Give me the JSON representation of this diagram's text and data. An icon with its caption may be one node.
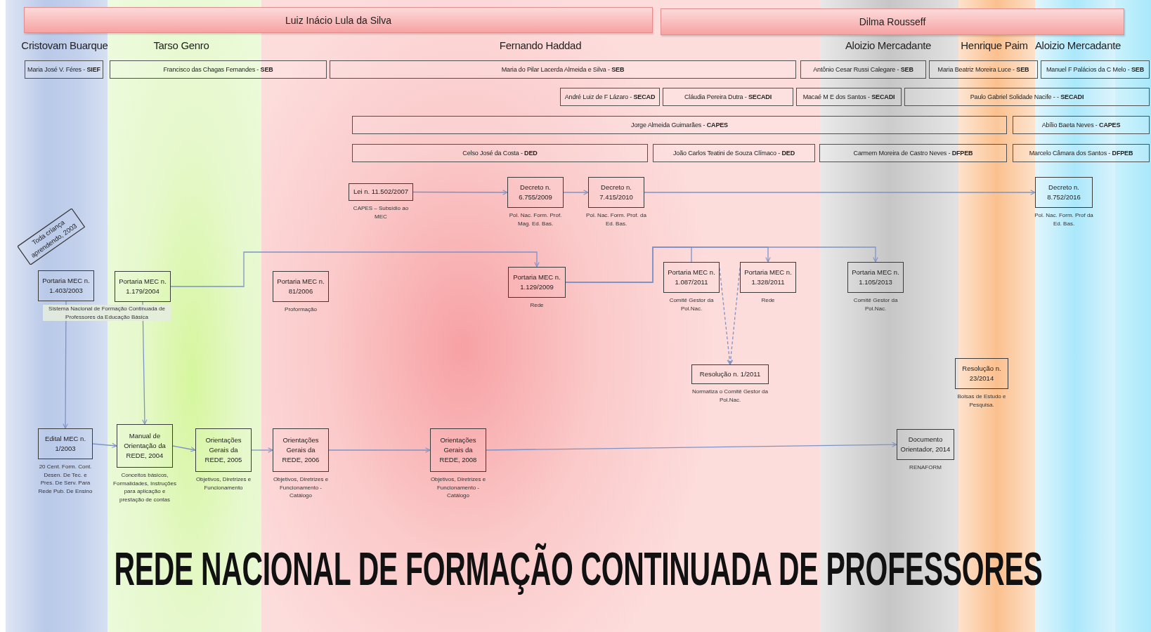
{
  "diagram": {
    "title": "REDE NACIONAL DE FORMAÇÃO CONTINUADA DE PROFESSORES",
    "nodes": [
      {
        "text": [
          "Luiz Inácio Lula da Silva"
        ]
      },
      {
        "text": [
          "Dilma Rousseff"
        ]
      },
      {
        "text": [
          "Maria José V. Féres - **SIEF**"
        ]
      },
      {
        "text": [
          "Francisco das Chagas Fernandes - **SEB**"
        ]
      },
      {
        "text": [
          "Maria do Pilar Lacerda Almeida e Silva - **SEB**"
        ]
      },
      {
        "text": [
          "Antônio Cesar Russi Calegare - **SEB**"
        ]
      },
      {
        "text": [
          "Maria Beatriz Moreira Luce - **SEB**"
        ]
      },
      {
        "text": [
          "Manuel F Palácios da C Melo - **SEB**"
        ]
      },
      {
        "text": [
          "André Luiz de F Lázaro - **SECAD**"
        ]
      },
      {
        "text": [
          "Cláudia Pereira Dutra - **SECADI**"
        ]
      },
      {
        "text": [
          "Macaé M E dos Santos - **SECADI**"
        ]
      },
      {
        "text": [
          "Paulo Gabriel Solidade Nacife - - **SECADI**"
        ]
      },
      {
        "text": [
          "Jorge Almeida Guimarães - **CAPES**"
        ]
      },
      {
        "text": [
          "Abílio Baeta Neves - **CAPES**"
        ]
      },
      {
        "text": [
          "Celso José da Costa - **DED**"
        ]
      },
      {
        "text": [
          "João Carlos Teatini de Souza Clímaco - **DED**"
        ]
      },
      {
        "text": [
          "Carmem Moreira de Castro Neves - **DFPEB**"
        ]
      },
      {
        "text": [
          "Marcelo Câmara dos Santos - **DFPEB**"
        ]
      },
      {
        "text": [
          "Lei n. 11.502/2007"
        ],
        "beside": [
          "CAPES – Subsídio ao MEC"
        ]
      },
      {
        "text": [
          "Decreto n. 6.755/2009"
        ],
        "beside": [
          "Pol. Nac. Form. Prof. Mag. Ed. Bas."
        ]
      },
      {
        "text": [
          "Decreto n. 7.415/2010"
        ],
        "beside": [
          "Pol. Nac. Form. Prof. da Ed. Bas."
        ]
      },
      {
        "text": [
          "Decreto n. 8.752/2016"
        ],
        "beside": [
          "Pol. Nac. Form. Prof da Ed. Bas."
        ]
      },
      {
        "text": [
          "Toda criança aprendendo, 2003"
        ]
      },
      {
        "text": [
          "Portaria MEC n. 1.403/2003"
        ],
        "beside": [
          "Sistema Nacional de Formação Continuada de Professores da Educação Básica"
        ]
      },
      {
        "text": [
          "Portaria MEC n. 1.179/2004"
        ]
      },
      {
        "text": [
          "Portaria MEC n. 81/2006"
        ],
        "beside": [
          "Proformação"
        ]
      },
      {
        "text": [
          "Portaria MEC n. 1.129/2009"
        ],
        "beside": [
          "Rede"
        ]
      },
      {
        "text": [
          "Portaria MEC n. 1.087/2011"
        ],
        "beside": [
          "Comitê Gestor da Pol.Nac."
        ]
      },
      {
        "text": [
          "Portaria MEC n. 1.328/2011"
        ],
        "beside": [
          "Rede"
        ]
      },
      {
        "text": [
          "Portaria MEC n. 1.105/2013"
        ],
        "beside": [
          "Comitê Gestor da Pol.Nac."
        ]
      },
      {
        "text": [
          "Resolução n. 1/2011"
        ],
        "beside": [
          "Normatiza o Comitê Gestor da Pol.Nac."
        ]
      },
      {
        "text": [
          "Resolução n. 23/2014"
        ],
        "beside": [
          "Bolsas de Estudo e Pesquisa."
        ]
      },
      {
        "text": [
          "Edital MEC n. 1/2003"
        ],
        "beside": [
          "20 Cent. Form. Cont. Desen. De Tec. e Pres. De Serv. Para Rede Pub. De Ensino"
        ]
      },
      {
        "text": [
          "Manual de Orientação da REDE, 2004"
        ],
        "beside": [
          "Conceitos básicos, Formalidades, Instruções para aplicação e prestação de contas"
        ]
      },
      {
        "text": [
          "Orientações Gerais da REDE, 2005"
        ],
        "beside": [
          "Objetivos, Diretrizes e Funcionamento"
        ]
      },
      {
        "text": [
          "Orientações Gerais da REDE, 2006"
        ],
        "beside": [
          "Objetivos, Diretrizes e Funcionamento - Catálogo"
        ]
      },
      {
        "text": [
          "Orientações Gerais da REDE, 2008"
        ],
        "beside": [
          "Objetivos, Diretrizes e Funcionamento - Catálogo"
        ]
      },
      {
        "text": [
          "Documento Orientador, 2014"
        ],
        "beside": [
          "RENAFORM"
        ]
      }
    ],
    "edges": [
      {
        "from": 23,
        "to": 32,
        "arrow": "to"
      },
      {
        "from": 24,
        "to": 33,
        "arrow": "to"
      },
      {
        "from": 32,
        "to": 33,
        "arrow": "to"
      },
      {
        "from": 33,
        "to": 34,
        "arrow": "to"
      },
      {
        "from": 34,
        "to": 35,
        "arrow": "to"
      },
      {
        "from": 35,
        "to": 36,
        "arrow": "to"
      },
      {
        "from": 36,
        "to": 37,
        "arrow": "to"
      },
      {
        "from": 18,
        "to": 19,
        "arrow": "to"
      },
      {
        "from": 19,
        "to": 20,
        "arrow": "to"
      },
      {
        "from": 20,
        "to": 21,
        "arrow": "to"
      },
      {
        "from": 24,
        "to": 26,
        "arrow": "to"
      },
      {
        "from": 26,
        "to": 27,
        "arrow": "none"
      },
      {
        "from": 26,
        "to": 28,
        "arrow": "to"
      },
      {
        "from": 26,
        "to": 29,
        "arrow": "to"
      },
      {
        "from": 27,
        "to": 30,
        "arrow": "to",
        "style": "dashed"
      },
      {
        "from": 28,
        "to": 30,
        "arrow": "to",
        "style": "dashed"
      }
    ],
    "labels": [
      "Cristovam Buarque",
      "Tarso Genro",
      "Fernando Haddad",
      "Aloizio Mercadante",
      "Henrique Paim",
      "Aloizio Mercadante"
    ]
  }
}
